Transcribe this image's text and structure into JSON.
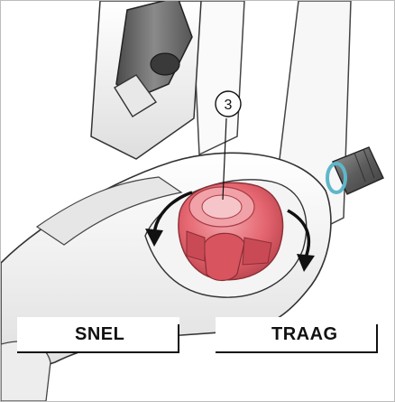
{
  "callout": {
    "number": "3"
  },
  "labels": {
    "left": "SNEL",
    "right": "TRAAG"
  },
  "colors": {
    "knob": "#e4656f",
    "knob_dark": "#c94a55",
    "arrow": "#111111",
    "body_shadow": "#e2e2e2",
    "cable": "#6b6b6b",
    "adjuster_ring": "#5db7c9"
  },
  "icons": {
    "left_arrow": "curved-arrow-counterclockwise-icon",
    "right_arrow": "curved-arrow-clockwise-icon"
  }
}
